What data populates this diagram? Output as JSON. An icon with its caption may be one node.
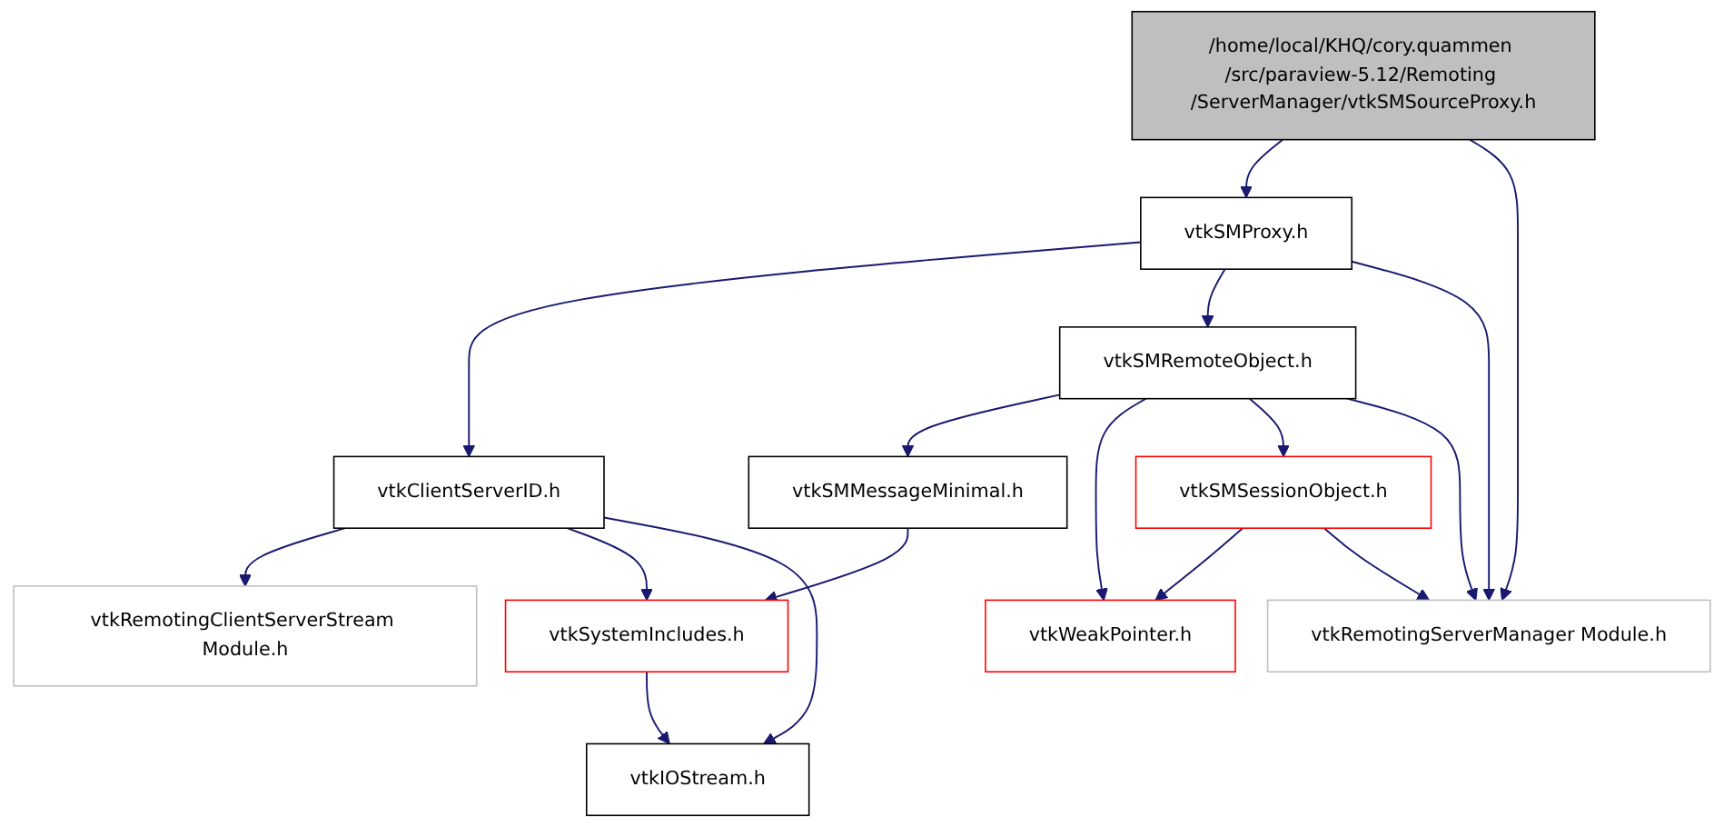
{
  "diagram": {
    "nodes": [
      {
        "text": [
          "/home/local/KHQ/cory.quammen /src/paraview-5.12/Remoting /ServerManager/vtkSMSourceProxy.h"
        ]
      },
      {
        "text": [
          "vtkSMProxy.h"
        ]
      },
      {
        "text": [
          "vtkSMRemoteObject.h"
        ]
      },
      {
        "text": [
          "vtkClientServerID.h"
        ]
      },
      {
        "text": [
          "vtkSMMessageMinimal.h"
        ]
      },
      {
        "text": [
          "vtkSMSessionObject.h"
        ]
      },
      {
        "text": [
          "vtkRemotingClientServerStream Module.h"
        ]
      },
      {
        "text": [
          "vtkSystemIncludes.h"
        ]
      },
      {
        "text": [
          "vtkWeakPointer.h"
        ]
      },
      {
        "text": [
          "vtkRemotingServerManager Module.h"
        ]
      },
      {
        "text": [
          "vtkIOStream.h"
        ]
      }
    ],
    "edges": [
      {
        "from": 0,
        "to": 1,
        "arrow": "to"
      },
      {
        "from": 0,
        "to": 9,
        "arrow": "to"
      },
      {
        "from": 1,
        "to": 3,
        "arrow": "to"
      },
      {
        "from": 1,
        "to": 2,
        "arrow": "to"
      },
      {
        "from": 1,
        "to": 9,
        "arrow": "to"
      },
      {
        "from": 2,
        "to": 4,
        "arrow": "to"
      },
      {
        "from": 2,
        "to": 8,
        "arrow": "to"
      },
      {
        "from": 2,
        "to": 5,
        "arrow": "to"
      },
      {
        "from": 2,
        "to": 9,
        "arrow": "to"
      },
      {
        "from": 3,
        "to": 6,
        "arrow": "to"
      },
      {
        "from": 3,
        "to": 7,
        "arrow": "to"
      },
      {
        "from": 3,
        "to": 10,
        "arrow": "to"
      },
      {
        "from": 4,
        "to": 7,
        "arrow": "to"
      },
      {
        "from": 5,
        "to": 8,
        "arrow": "to"
      },
      {
        "from": 5,
        "to": 9,
        "arrow": "to"
      },
      {
        "from": 7,
        "to": 10,
        "arrow": "to"
      }
    ]
  }
}
